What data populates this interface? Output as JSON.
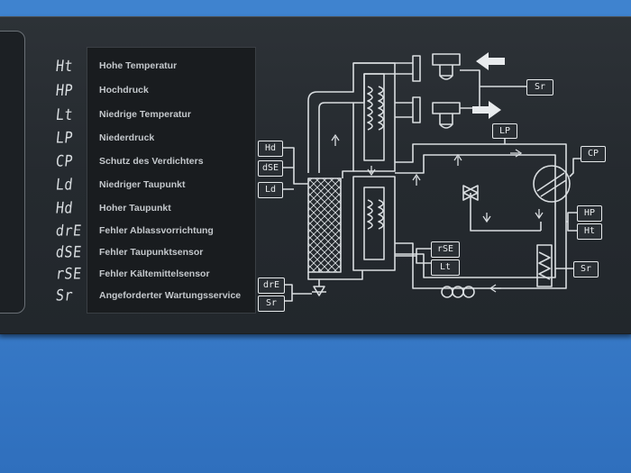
{
  "legend": [
    {
      "code": "Ht",
      "label": "Hohe Temperatur"
    },
    {
      "code": "HP",
      "label": "Hochdruck"
    },
    {
      "code": "Lt",
      "label": "Niedrige Temperatur"
    },
    {
      "code": "LP",
      "label": "Niederdruck"
    },
    {
      "code": "CP",
      "label": "Schutz des Verdichters"
    },
    {
      "code": "Ld",
      "label": "Niedriger Taupunkt"
    },
    {
      "code": "Hd",
      "label": "Hoher Taupunkt"
    },
    {
      "code": "drE",
      "label": "Fehler Ablassvorrichtung"
    },
    {
      "code": "dSE",
      "label": "Fehler Taupunktsensor"
    },
    {
      "code": "rSE",
      "label": "Fehler Kältemittelsensor"
    },
    {
      "code": "Sr",
      "label": "Angeforderter Wartungsservice"
    }
  ],
  "diagram_tags": {
    "sr_top": "Sr",
    "lp": "LP",
    "cp": "CP",
    "hd": "Hd",
    "dse": "dSE",
    "ld": "Ld",
    "hp": "HP",
    "ht": "Ht",
    "rse": "rSE",
    "lt": "Lt",
    "sr_right": "Sr",
    "dre": "drE",
    "sr_bottom": "Sr"
  },
  "colors": {
    "panel": "#262b30",
    "housing": "#3a7dca",
    "line": "#d9dde0"
  }
}
